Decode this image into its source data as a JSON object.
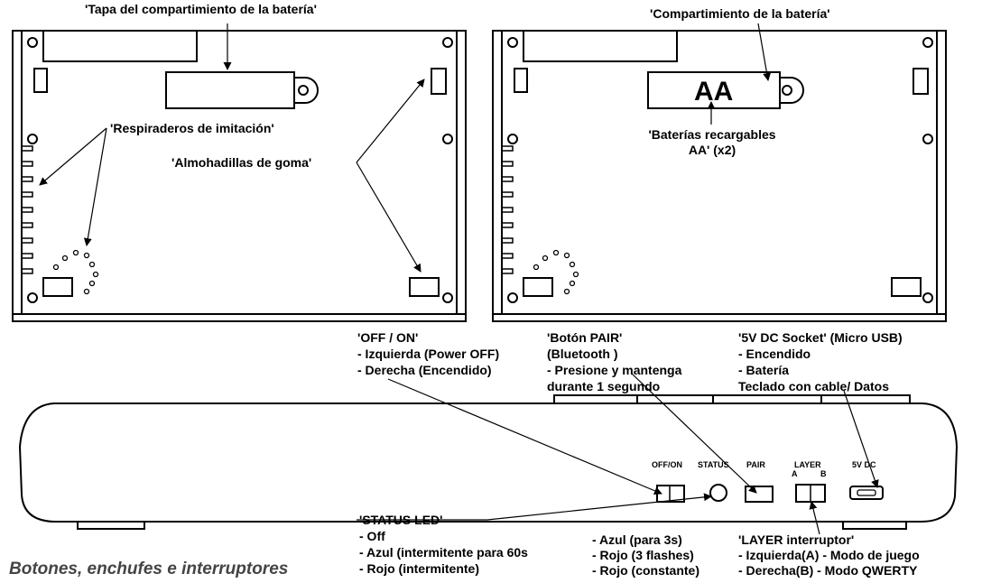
{
  "labels": {
    "battery_cover": "'Tapa del compartimiento de la batería'",
    "battery_compartment": "'Compartimiento de la batería'",
    "fake_vents": "'Respiraderos de imitación'",
    "rubber_pads": "'Almohadillas de goma'",
    "battery_type": "AA",
    "rechargeable_1": "'Baterías recargables",
    "rechargeable_2": "AA' (x2)",
    "offon_title": "'OFF / ON'",
    "offon_1": "- Izquierda (Power OFF)",
    "offon_2": "- Derecha (Encendido)",
    "pair_title": "'Botón PAIR'",
    "pair_1": "(Bluetooth )",
    "pair_2": "- Presione y mantenga",
    "pair_3": "durante 1 segundo",
    "socket_title": "'5V DC Socket' (Micro USB)",
    "socket_1": "- Encendido",
    "socket_2": "- Batería",
    "socket_3": "Teclado con cable/ Datos",
    "status_title": "'STATUS LED'",
    "status_1": "- Off",
    "status_2": "- Azul (intermitente para 60s",
    "status_3": "- Rojo (intermitente)",
    "status_4": "- Azul (para 3s)",
    "status_5": "- Rojo (3 flashes)",
    "status_6": "- Rojo (constante)",
    "layer_title": "'LAYER interruptor'",
    "layer_1": "- Izquierda(A) - Modo de juego",
    "layer_2": "- Derecha(B) - Modo QWERTY",
    "caption": "Botones, enchufes e interruptores"
  },
  "panel": {
    "offon": "OFF/ON",
    "status": "STATUS",
    "pair": "PAIR",
    "layer": "LAYER",
    "layer_a": "A",
    "layer_b": "B",
    "dc": "5V DC"
  }
}
